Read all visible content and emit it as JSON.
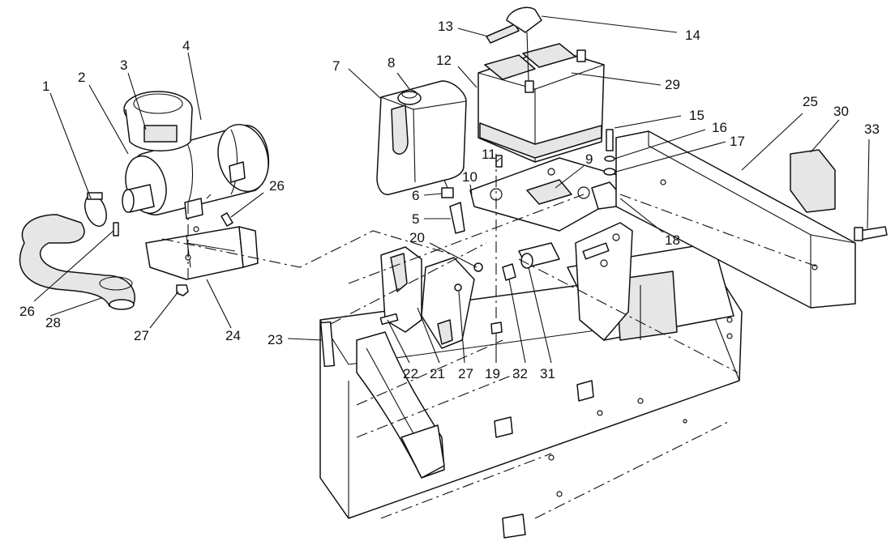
{
  "callouts": [
    {
      "id": "c1",
      "label": "1"
    },
    {
      "id": "c2",
      "label": "2"
    },
    {
      "id": "c3",
      "label": "3"
    },
    {
      "id": "c4",
      "label": "4"
    },
    {
      "id": "c5",
      "label": "5"
    },
    {
      "id": "c6",
      "label": "6"
    },
    {
      "id": "c7",
      "label": "7"
    },
    {
      "id": "c8",
      "label": "8"
    },
    {
      "id": "c9",
      "label": "9"
    },
    {
      "id": "c10",
      "label": "10"
    },
    {
      "id": "c11",
      "label": "11"
    },
    {
      "id": "c12",
      "label": "12"
    },
    {
      "id": "c13",
      "label": "13"
    },
    {
      "id": "c14",
      "label": "14"
    },
    {
      "id": "c15",
      "label": "15"
    },
    {
      "id": "c16",
      "label": "16"
    },
    {
      "id": "c17",
      "label": "17"
    },
    {
      "id": "c18",
      "label": "18"
    },
    {
      "id": "c19",
      "label": "19"
    },
    {
      "id": "c20",
      "label": "20"
    },
    {
      "id": "c21",
      "label": "21"
    },
    {
      "id": "c22",
      "label": "22"
    },
    {
      "id": "c23",
      "label": "23"
    },
    {
      "id": "c24",
      "label": "24"
    },
    {
      "id": "c25",
      "label": "25"
    },
    {
      "id": "c26a",
      "label": "26"
    },
    {
      "id": "c26b",
      "label": "26"
    },
    {
      "id": "c27a",
      "label": "27"
    },
    {
      "id": "c27b",
      "label": "27"
    },
    {
      "id": "c28",
      "label": "28"
    },
    {
      "id": "c29",
      "label": "29"
    },
    {
      "id": "c30",
      "label": "30"
    },
    {
      "id": "c31",
      "label": "31"
    },
    {
      "id": "c32",
      "label": "32"
    },
    {
      "id": "c33",
      "label": "33"
    }
  ]
}
